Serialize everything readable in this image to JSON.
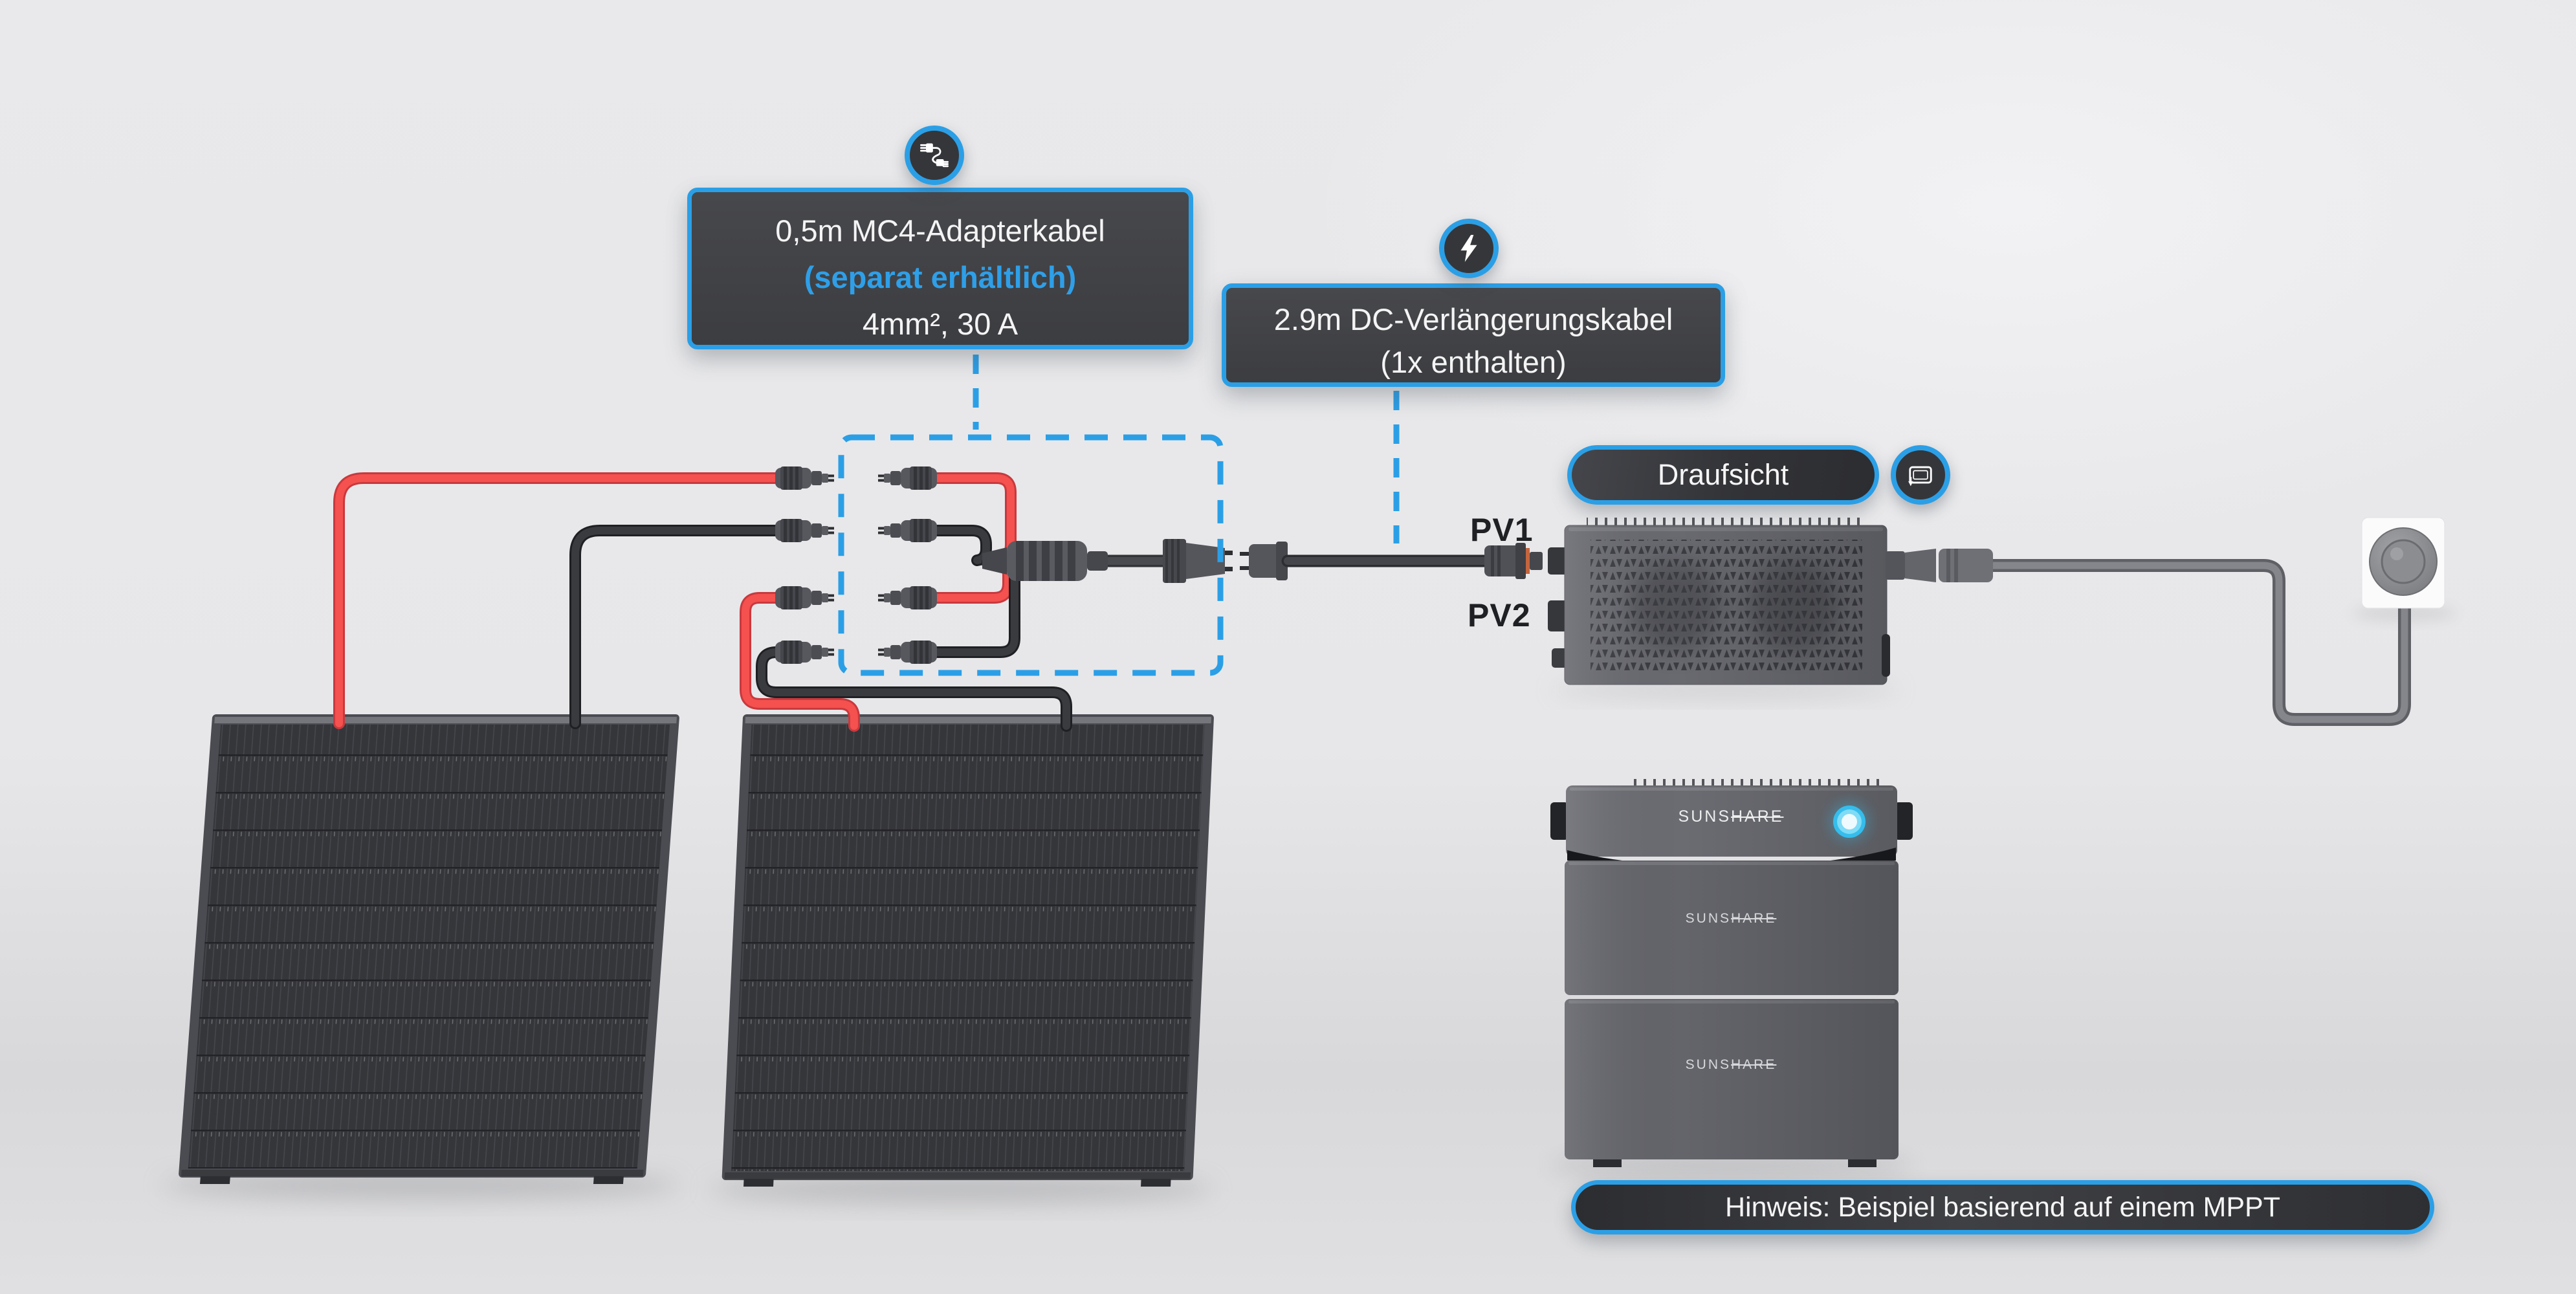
{
  "colors": {
    "accent": "#2b9fe6",
    "cable_red": "#f04a4e",
    "cable_black": "#3a3b3f",
    "device_gray": "#696a70",
    "led_cyan": "#3fc6f0"
  },
  "callouts": {
    "adapter": {
      "title": "0,5m MC4-Adapterkabel",
      "availability": "(separat erhältlich)",
      "spec": "4mm², 30 A",
      "icon": "adapter-cable-icon"
    },
    "extension": {
      "title": "2.9m DC-Verlängerungskabel",
      "included": "(1x enthalten)",
      "icon": "lightning-icon"
    }
  },
  "view_badge": {
    "label": "Draufsicht",
    "icon": "top-view-icon"
  },
  "ports": {
    "pv1": "PV1",
    "pv2": "PV2"
  },
  "note": {
    "text": "Hinweis: Beispiel basierend auf einem MPPT"
  },
  "battery": {
    "brand_prefix": "SUNS",
    "brand_suffix": "HARE"
  }
}
